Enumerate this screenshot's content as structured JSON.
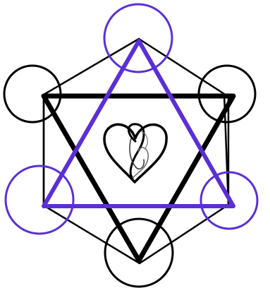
{
  "colors": {
    "background": "#ffffff",
    "black": "#000000",
    "purple": "#5b2fd6"
  },
  "figure": {
    "icon": "heart-icon",
    "description_shapes": [
      "hexagon",
      "six-circles",
      "upward-triangle",
      "downward-triangle",
      "heart-swirl"
    ]
  }
}
